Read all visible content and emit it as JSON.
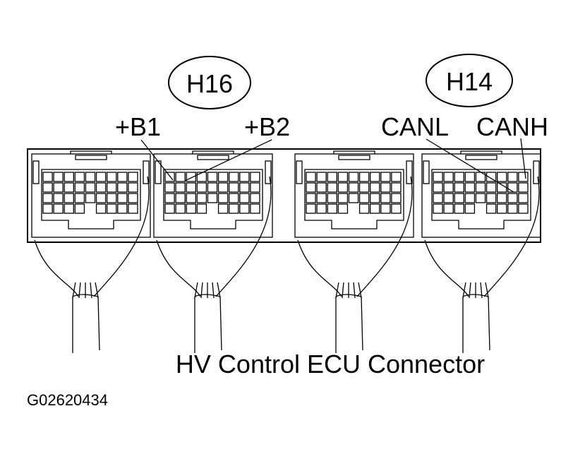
{
  "diagram": {
    "connectors": [
      {
        "id": "H16",
        "pins": [
          "+B1",
          "+B2"
        ]
      },
      {
        "id": "H14",
        "pins": [
          "CANL",
          "CANH"
        ]
      }
    ],
    "caption": "HV Control ECU Connector",
    "figure_code": "G02620434"
  },
  "colors": {
    "ink": "#000000",
    "paper": "#ffffff"
  }
}
